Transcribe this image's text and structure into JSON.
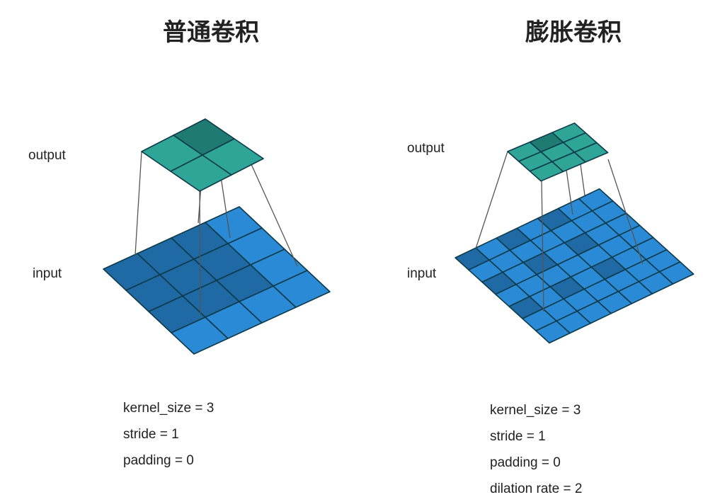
{
  "left": {
    "title": "普通卷积",
    "output_label": "output",
    "input_label": "input",
    "params": [
      "kernel_size = 3",
      "stride = 1",
      "padding = 0"
    ],
    "input_grid": 4,
    "output_grid": 2,
    "kernel_cells": [
      [
        0,
        0
      ],
      [
        0,
        1
      ],
      [
        0,
        2
      ],
      [
        1,
        0
      ],
      [
        1,
        1
      ],
      [
        1,
        2
      ],
      [
        2,
        0
      ],
      [
        2,
        1
      ],
      [
        2,
        2
      ]
    ]
  },
  "right": {
    "title": "膨胀卷积",
    "output_label": "output",
    "input_label": "input",
    "params": [
      "kernel_size = 3",
      "stride = 1",
      "padding = 0",
      "dilation rate = 2"
    ],
    "input_grid": 7,
    "output_grid": 3,
    "kernel_cells": [
      [
        0,
        0
      ],
      [
        0,
        2
      ],
      [
        0,
        4
      ],
      [
        2,
        0
      ],
      [
        2,
        2
      ],
      [
        2,
        4
      ],
      [
        4,
        0
      ],
      [
        4,
        2
      ],
      [
        4,
        4
      ]
    ]
  },
  "colors": {
    "input_fill": "#2a8ad6",
    "input_kernel": "#1f6aa5",
    "output_fill": "#2ea596",
    "output_dark": "#1f7b72",
    "edge": "#0d3b4a"
  }
}
